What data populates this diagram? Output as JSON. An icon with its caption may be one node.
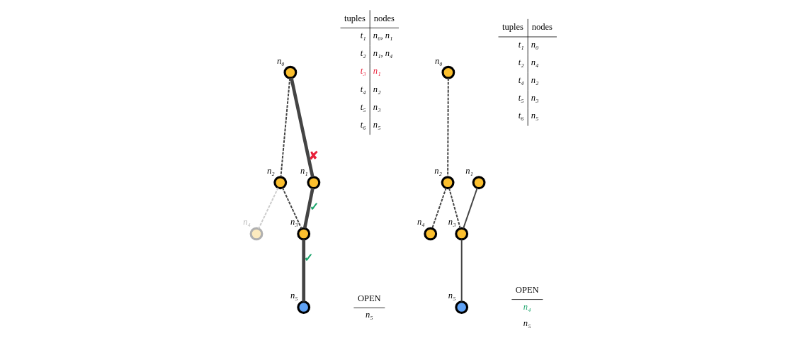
{
  "diagram": {
    "nodes": [
      {
        "text": [],
        "shape": "circle",
        "beside": [
          "n₀"
        ]
      },
      {
        "text": [],
        "shape": "circle",
        "beside": [
          "n₁"
        ]
      },
      {
        "text": [],
        "shape": "circle",
        "beside": [
          "n₂"
        ]
      },
      {
        "text": [],
        "shape": "circle",
        "beside": [
          "n₃"
        ]
      },
      {
        "text": [],
        "shape": "circle",
        "beside": [
          "n₄"
        ]
      },
      {
        "text": [],
        "shape": "circle",
        "beside": [
          "n₅"
        ]
      },
      {
        "text": [],
        "shape": "circle",
        "beside": [
          "n₀"
        ]
      },
      {
        "text": [],
        "shape": "circle",
        "beside": [
          "n₁"
        ]
      },
      {
        "text": [],
        "shape": "circle",
        "beside": [
          "n₂"
        ]
      },
      {
        "text": [],
        "shape": "circle",
        "beside": [
          "n₃"
        ]
      },
      {
        "text": [],
        "shape": "circle",
        "beside": [
          "n₄"
        ]
      },
      {
        "text": [],
        "shape": "circle",
        "beside": [
          "n₅"
        ]
      }
    ],
    "edges": [
      {
        "from": 0,
        "to": 1,
        "arrow": "none",
        "style": "thick",
        "label": "✘"
      },
      {
        "from": 1,
        "to": 3,
        "arrow": "none",
        "style": "thick",
        "label": "✓"
      },
      {
        "from": 3,
        "to": 5,
        "arrow": "none",
        "style": "thick",
        "label": "✓"
      },
      {
        "from": 0,
        "to": 2,
        "arrow": "none",
        "style": "dashed"
      },
      {
        "from": 2,
        "to": 3,
        "arrow": "none",
        "style": "dashed"
      },
      {
        "from": 2,
        "to": 4,
        "arrow": "none",
        "style": "dashed",
        "color": "#cccccc"
      },
      {
        "from": 6,
        "to": 8,
        "arrow": "none",
        "style": "dashed"
      },
      {
        "from": 7,
        "to": 9,
        "arrow": "none"
      },
      {
        "from": 8,
        "to": 9,
        "arrow": "none",
        "style": "dashed"
      },
      {
        "from": 8,
        "to": 10,
        "arrow": "none",
        "style": "dashed"
      },
      {
        "from": 9,
        "to": 11,
        "arrow": "none"
      }
    ],
    "labels": [
      "tuples",
      "nodes",
      "t₁",
      "n₀, n₁",
      "t₂",
      "n₁, n₄",
      "t₃",
      "n₁",
      "t₄",
      "n₂",
      "t₅",
      "n₃",
      "t₆",
      "n₅",
      "OPEN",
      "n₅",
      "tuples",
      "nodes",
      "t₁",
      "n₀",
      "t₂",
      "n₄",
      "t₄",
      "n₂",
      "t₅",
      "n₃",
      "t₆",
      "n₅",
      "OPEN",
      "n₄",
      "n₅"
    ]
  }
}
